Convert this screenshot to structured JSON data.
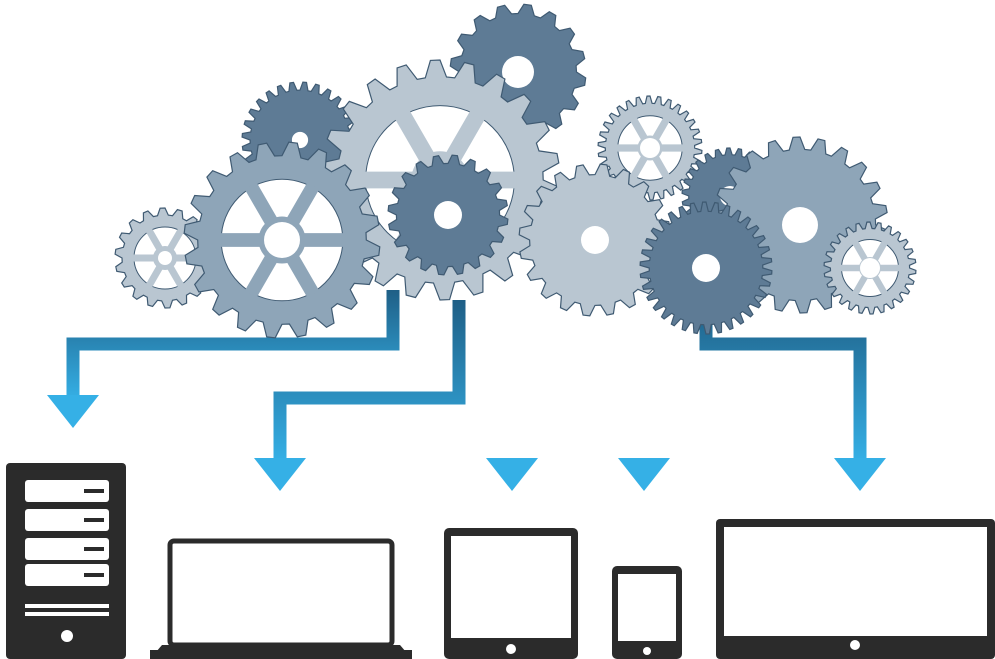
{
  "colors": {
    "background": "#ffffff",
    "arrow_top": "#1f5f86",
    "arrow_bottom": "#35b0e6",
    "device": "#2b2b2b",
    "screen": "#ffffff",
    "gear_dark": "#5e7b95",
    "gear_mid": "#8ea5b8",
    "gear_light": "#b9c6d1",
    "gear_outline": "#3f5a72"
  },
  "icons": {
    "cloud": "gear-cloud-icon",
    "gear": "gear-icon",
    "arrow": "arrow-down-icon",
    "server": "server-tower-icon",
    "laptop": "laptop-icon",
    "tablet": "tablet-icon",
    "phone": "smartphone-icon",
    "monitor": "desktop-monitor-icon"
  },
  "devices": [
    "server",
    "laptop",
    "tablet",
    "phone",
    "monitor"
  ]
}
